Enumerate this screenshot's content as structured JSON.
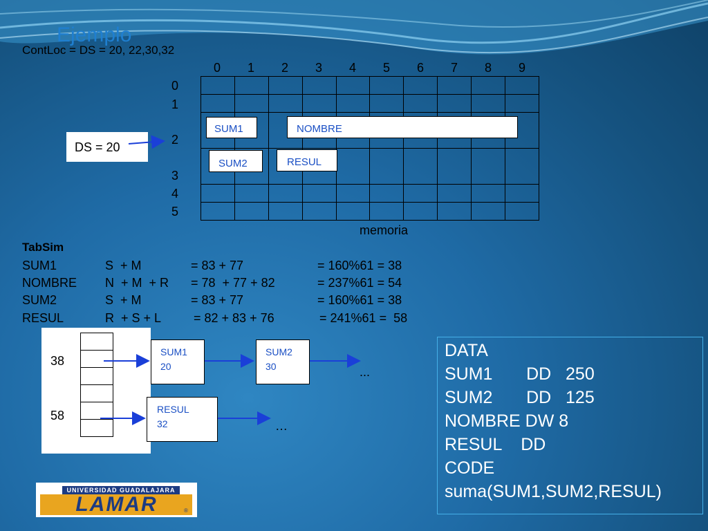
{
  "slide": {
    "title": "Ejemplo",
    "contloc": "ContLoc = DS = 20, 22,30,32"
  },
  "memory": {
    "col_headers": [
      "0",
      "1",
      "2",
      "3",
      "4",
      "5",
      "6",
      "7",
      "8",
      "9"
    ],
    "row_headers": [
      "0",
      "1",
      "2",
      "3",
      "4",
      "5"
    ],
    "caption": "memoria",
    "ds_label": "DS = 20",
    "cells": {
      "sum1": "SUM1",
      "nombre": "NOMBRE",
      "sum2": "SUM2",
      "resul": "RESUL"
    }
  },
  "tabsim": {
    "heading": "TabSim",
    "rows": [
      {
        "name": "SUM1",
        "letters": "S  + M",
        "sum": "= 83 + 77",
        "result": "= 160%61 = 38"
      },
      {
        "name": "NOMBRE",
        "letters": "N  + M  + R",
        "sum": "= 78  + 77 + 82",
        "result": "= 237%61 = 54"
      },
      {
        "name": "SUM2",
        "letters": "S  + M",
        "sum": "= 83 + 77",
        "result": "= 160%61 = 38"
      },
      {
        "name": "RESUL",
        "letters": "R  + S + L",
        "sum": "= 82 + 83 + 76",
        "result": "= 241%61 =  58"
      }
    ]
  },
  "hash": {
    "index_a": "38",
    "index_b": "58",
    "node_sum1": {
      "name": "SUM1",
      "addr": "20"
    },
    "node_sum2": {
      "name": "SUM2",
      "addr": "30"
    },
    "node_resul": {
      "name": "RESUL",
      "addr": "32"
    },
    "ellipsis_1": "...",
    "ellipsis_2": "…"
  },
  "code_box": {
    "lines": [
      "DATA",
      "SUM1       DD   250",
      "SUM2       DD   125",
      "NOMBRE DW 8",
      "RESUL    DD",
      "CODE",
      "suma(SUM1,SUM2,RESUL)"
    ]
  },
  "logo": {
    "top_text": "UNIVERSIDAD GUADALAJARA",
    "name": "LAMAR",
    "mark": "®"
  },
  "colors": {
    "arrow": "#1a3fd8",
    "label": "#1a4fc4",
    "code_border": "#45b0e8"
  }
}
